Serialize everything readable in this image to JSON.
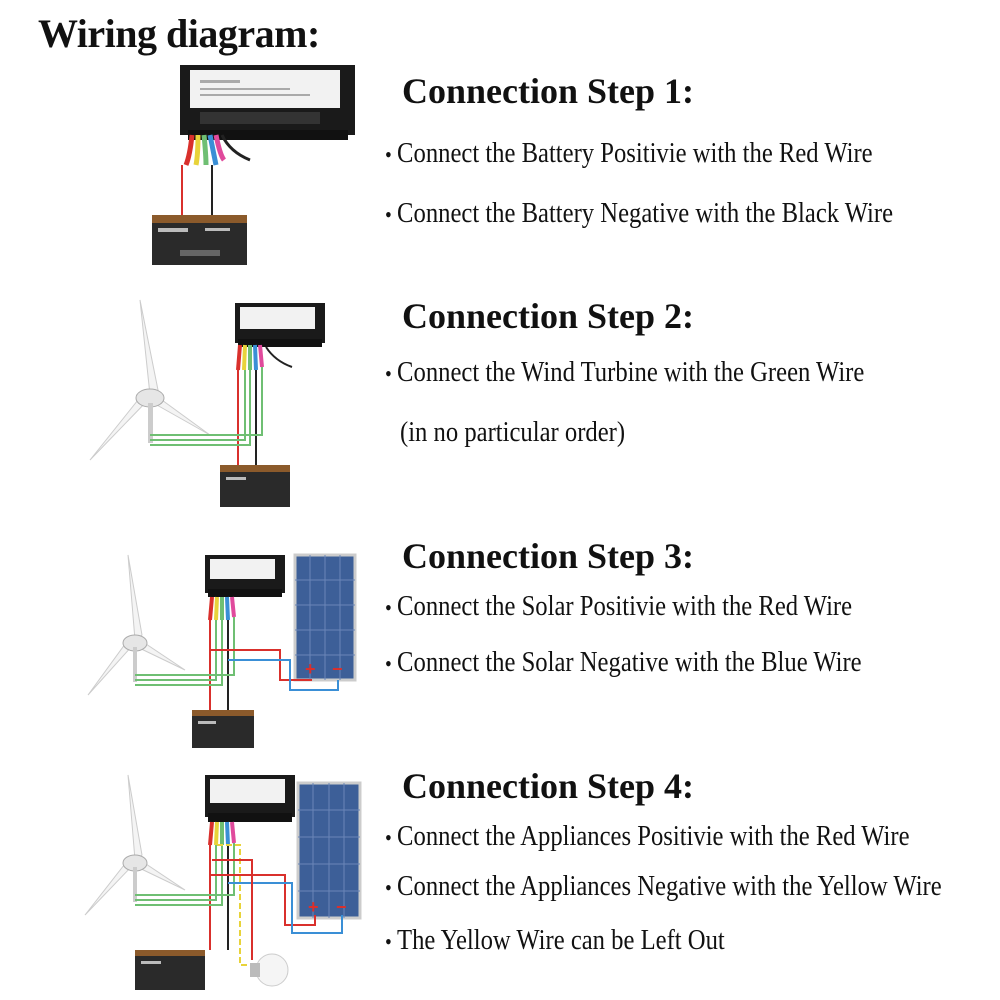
{
  "title": "Wiring diagram:",
  "steps": [
    {
      "heading": "Connection Step 1:",
      "lines": [
        "Connect the Battery Positivie with the Red Wire",
        "Connect the Battery Negative with the Black Wire"
      ]
    },
    {
      "heading": "Connection Step 2:",
      "lines": [
        "Connect the Wind Turbine with the Green Wire",
        "(in no particular order)"
      ]
    },
    {
      "heading": "Connection Step 3:",
      "lines": [
        "Connect the Solar Positivie with the Red Wire",
        "Connect the Solar Negative with the Blue Wire"
      ]
    },
    {
      "heading": "Connection Step 4:",
      "lines": [
        "Connect the Appliances Positivie with the Red Wire",
        "Connect the Appliances Negative with the Yellow Wire",
        "The Yellow Wire can be Left Out"
      ]
    }
  ],
  "bullet": "•",
  "solar_plus": "+",
  "solar_minus": "−",
  "colors": {
    "red_wire": "#d9302c",
    "black_wire": "#222222",
    "green_wire": "#6fbf73",
    "blue_wire": "#3a8fd6",
    "yellow_wire": "#e8d33a",
    "controller": "#1a1a1a",
    "battery": "#2a2a2a",
    "solar_panel": "#3d5f98"
  }
}
